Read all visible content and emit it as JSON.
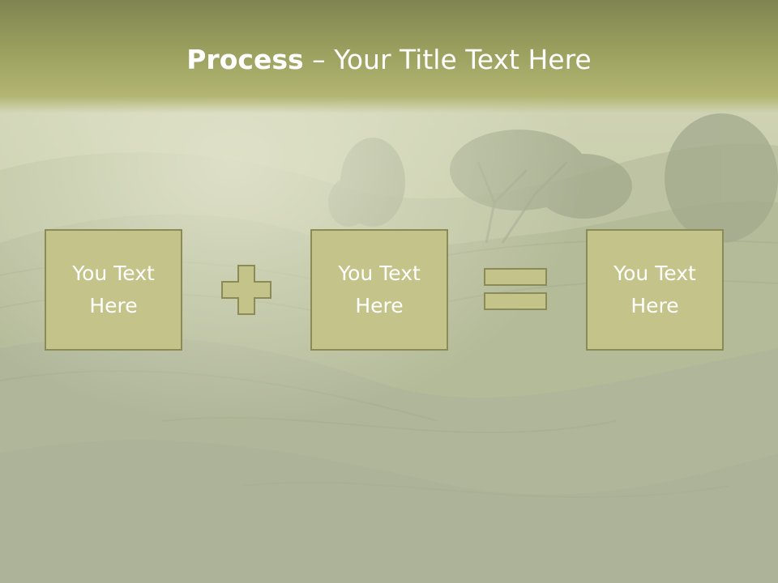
{
  "slide": {
    "title_bold": "Process",
    "title_rest": " – Your Title Text Here",
    "boxes": [
      {
        "text": "You Text Here"
      },
      {
        "text": "You Text Here"
      },
      {
        "text": "You Text Here"
      }
    ],
    "operators": [
      "plus-icon",
      "equals-icon"
    ]
  },
  "colors": {
    "header": "#9ba05f",
    "box_fill": "#c4c48a",
    "box_border": "#8b8b57",
    "operator_fill": "#c4c48a",
    "text": "#ffffff"
  }
}
